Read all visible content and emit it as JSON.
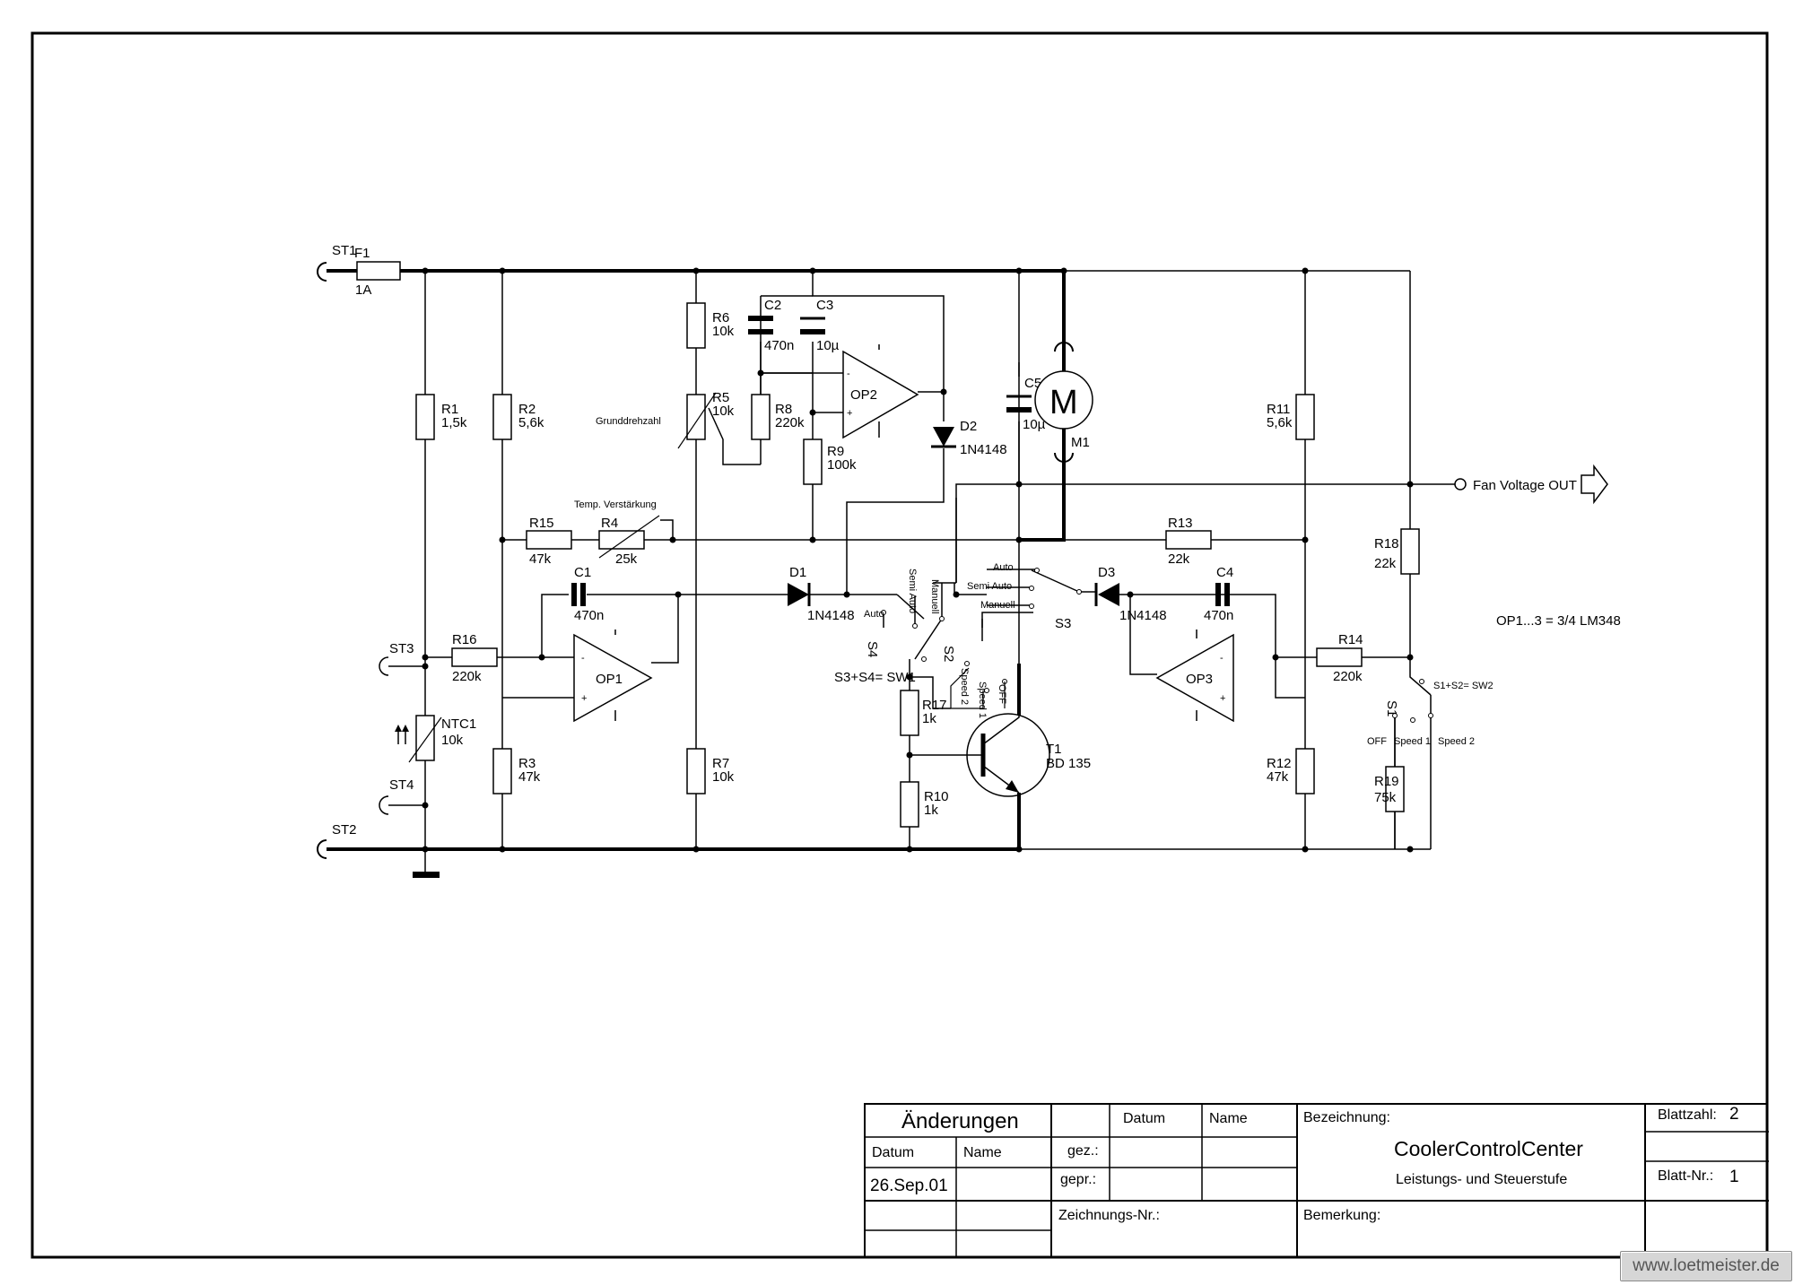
{
  "schematic": {
    "connectors": {
      "st1": "ST1",
      "st2": "ST2",
      "st3": "ST3",
      "st4": "ST4"
    },
    "fuse": {
      "ref": "F1",
      "value": "1A"
    },
    "resistors": [
      {
        "ref": "R1",
        "value": "1,5k"
      },
      {
        "ref": "R2",
        "value": "5,6k"
      },
      {
        "ref": "R3",
        "value": "47k"
      },
      {
        "ref": "R4",
        "value": "25k"
      },
      {
        "ref": "R5",
        "value": "10k"
      },
      {
        "ref": "R6",
        "value": "10k"
      },
      {
        "ref": "R7",
        "value": "10k"
      },
      {
        "ref": "R8",
        "value": "220k"
      },
      {
        "ref": "R9",
        "value": "100k"
      },
      {
        "ref": "R10",
        "value": "1k"
      },
      {
        "ref": "R11",
        "value": "5,6k"
      },
      {
        "ref": "R12",
        "value": "47k"
      },
      {
        "ref": "R13",
        "value": "22k"
      },
      {
        "ref": "R14",
        "value": "220k"
      },
      {
        "ref": "R15",
        "value": "47k"
      },
      {
        "ref": "R16",
        "value": "220k"
      },
      {
        "ref": "R17",
        "value": "1k"
      },
      {
        "ref": "R18",
        "value": "22k"
      },
      {
        "ref": "R19",
        "value": "75k"
      }
    ],
    "capacitors": [
      {
        "ref": "C1",
        "value": "470n"
      },
      {
        "ref": "C2",
        "value": "470n"
      },
      {
        "ref": "C3",
        "value": "10µ"
      },
      {
        "ref": "C4",
        "value": "470n"
      },
      {
        "ref": "C5",
        "value": "10µ"
      }
    ],
    "diodes": [
      {
        "ref": "D1",
        "value": "1N4148"
      },
      {
        "ref": "D2",
        "value": "1N4148"
      },
      {
        "ref": "D3",
        "value": "1N4148"
      }
    ],
    "opamps": {
      "op1": "OP1",
      "op2": "OP2",
      "op3": "OP3",
      "plus": "+",
      "minus": "-"
    },
    "transistor": {
      "ref": "T1",
      "value": "BD 135"
    },
    "ntc": {
      "ref": "NTC1",
      "value": "10k"
    },
    "motor": {
      "ref": "M1",
      "symbol": "M"
    },
    "labels": {
      "grunddrehzahl": "Grunddrehzahl",
      "temp_verstaerkung": "Temp. Verstärkung",
      "fan_out": "Fan Voltage OUT",
      "opamp_note": "OP1...3 = 3/4 LM348",
      "sw1_note": "S3+S4= SW1",
      "sw2_note": "S1+S2= SW2"
    },
    "switches": {
      "s1": "S1",
      "s2": "S2",
      "s3": "S3",
      "s4": "S4",
      "auto": "Auto",
      "semi_auto": "Semi Auto",
      "manuell": "Manuell",
      "off": "OFF",
      "speed1": "Speed 1",
      "speed2": "Speed 2"
    }
  },
  "title_block": {
    "changes_heading": "Änderungen",
    "col_datum": "Datum",
    "col_name": "Name",
    "change_date": "26.Sep.01",
    "gez": "gez.:",
    "gepr": "gepr.:",
    "zeichnungs_nr": "Zeichnungs-Nr.:",
    "bezeichnung_label": "Bezeichnung:",
    "title": "CoolerControlCenter",
    "subtitle": "Leistungs- und Steuerstufe",
    "bemerkung": "Bemerkung:",
    "blattzahl_label": "Blattzahl:",
    "blattzahl": "2",
    "blatt_nr_label": "Blatt-Nr.:",
    "blatt_nr": "1"
  },
  "watermark": "www.loetmeister.de"
}
